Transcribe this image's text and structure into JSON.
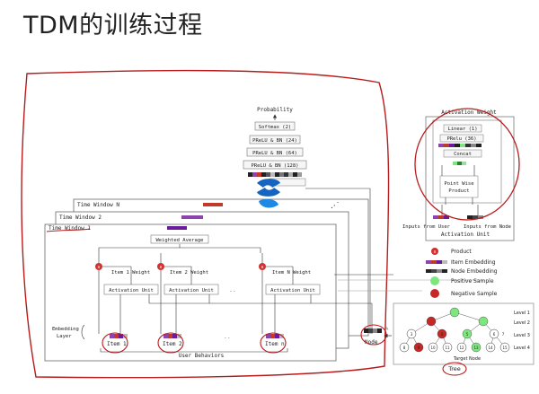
{
  "slide": {
    "title": "TDM的训练过程"
  },
  "network": {
    "probability": "Probability",
    "layers": [
      "Softmax (2)",
      "PReLU & BN (24)",
      "PReLU & BN (64)",
      "PReLU & BN (128)"
    ],
    "time_windows": [
      "Time Window N",
      "Time Window 2",
      "Time Window 1"
    ],
    "weighted_average": "Weighted Average",
    "item_weights": [
      "Item 1 Weight",
      "Item 2 Weight",
      "Item N Weight"
    ],
    "activation_unit": "Activation Unit",
    "ellipsis": ". .",
    "embedding_layer": [
      "Embedding",
      "Layer"
    ],
    "items": [
      "Item 1",
      "Item 2",
      "Item n"
    ],
    "user_behaviors": "User Behaviors",
    "node": "Node"
  },
  "activation_panel": {
    "title": "Activation Weight",
    "layers": [
      "Linear (1)",
      "PRelu (36)",
      "Concat"
    ],
    "product": [
      "Point Wise",
      "Product"
    ],
    "inputs_user": "Inputs from User",
    "inputs_node": "Inputs from Node",
    "footer": "Activation Unit"
  },
  "legend": {
    "product": "Product",
    "item_embedding": "Item Embedding",
    "node_embedding": "Node Embedding",
    "positive": "Positive Sample",
    "negative": "Negative Sample"
  },
  "tree": {
    "levels": [
      "Level 1",
      "Level 2",
      "Level 3",
      "Level 4"
    ],
    "level3_nodes": [
      "3",
      "4",
      "5",
      "6",
      "7"
    ],
    "level4_nodes": [
      "8",
      "9",
      "10",
      "11",
      "12",
      "13",
      "14",
      "15"
    ],
    "target": "Target Node",
    "label": "Tree"
  },
  "colors": {
    "annotation_red": "#b71c1c",
    "positive": "#7ee67e",
    "negative": "#c62828"
  }
}
